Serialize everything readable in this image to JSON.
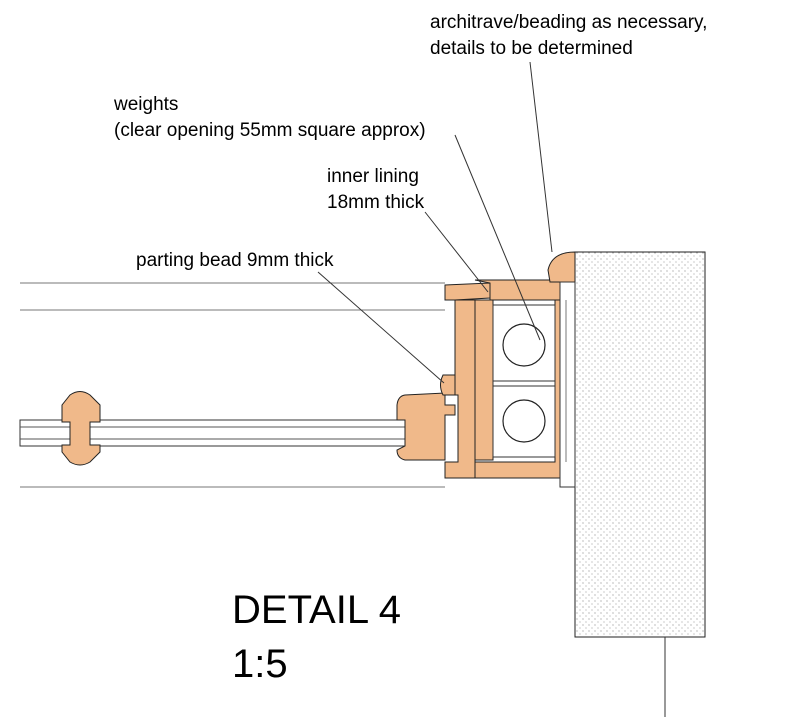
{
  "annotations": {
    "architrave": {
      "line1": "architrave/beading as necessary,",
      "line2": "details to be determined"
    },
    "weights": {
      "line1": "weights",
      "line2": "(clear opening 55mm square approx)"
    },
    "inner_lining": {
      "line1": "inner lining",
      "line2": "18mm thick"
    },
    "parting_bead": {
      "line1": "parting bead 9mm thick"
    }
  },
  "title": {
    "line1": "DETAIL 4",
    "line2": "1:5"
  },
  "colors": {
    "timber": "#f0b98a",
    "masonry": "#ffffff",
    "outline": "#222222"
  }
}
